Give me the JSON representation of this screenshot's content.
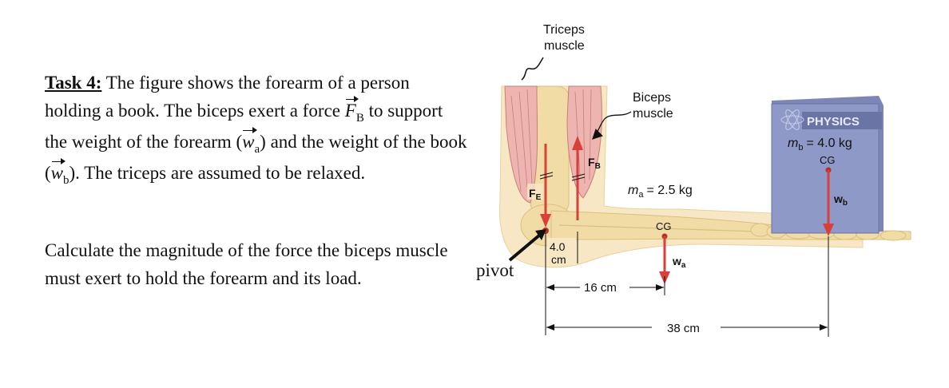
{
  "task": {
    "heading": "Task 4:",
    "p1_a": "The figure shows the forearm of a person holding a book. The biceps exert a force",
    "force_symbol": "F",
    "force_sub": "B",
    "p1_b": "to support the weight of the forearm (",
    "wa_symbol": "w",
    "wa_sub": "a",
    "p1_c": ") and the weight of the book (",
    "wb_symbol": "w",
    "wb_sub": "b",
    "p1_d": "). The triceps are assumed to be relaxed.",
    "p2": "Calculate the magnitude of the force the biceps muscle must exert to hold the forearm and its load."
  },
  "figure": {
    "triceps_label_1": "Triceps",
    "triceps_label_2": "muscle",
    "biceps_label_1": "Biceps",
    "biceps_label_2": "muscle",
    "fe_label": "F",
    "fe_sub": "E",
    "fb_label": "F",
    "fb_sub": "B",
    "ma_label": "m",
    "ma_sub": "a",
    "ma_value": "= 2.5 kg",
    "cg_arm": "CG",
    "wa_label": "w",
    "wa_sub": "a",
    "book_title": "PHYSICS",
    "mb_label": "m",
    "mb_sub": "b",
    "mb_value": "= 4.0 kg",
    "cg_book": "CG",
    "wb_label": "w",
    "wb_sub": "b",
    "dim_small_1": "4.0",
    "dim_small_2": "cm",
    "dim_16": "16 cm",
    "dim_38": "38 cm",
    "pivot": "pivot"
  },
  "colors": {
    "bone": "#f2dca6",
    "skin": "#f7e7c4",
    "muscle": "#edb4b0",
    "book": "#8e99c8",
    "force_arrow": "#d9403a"
  }
}
